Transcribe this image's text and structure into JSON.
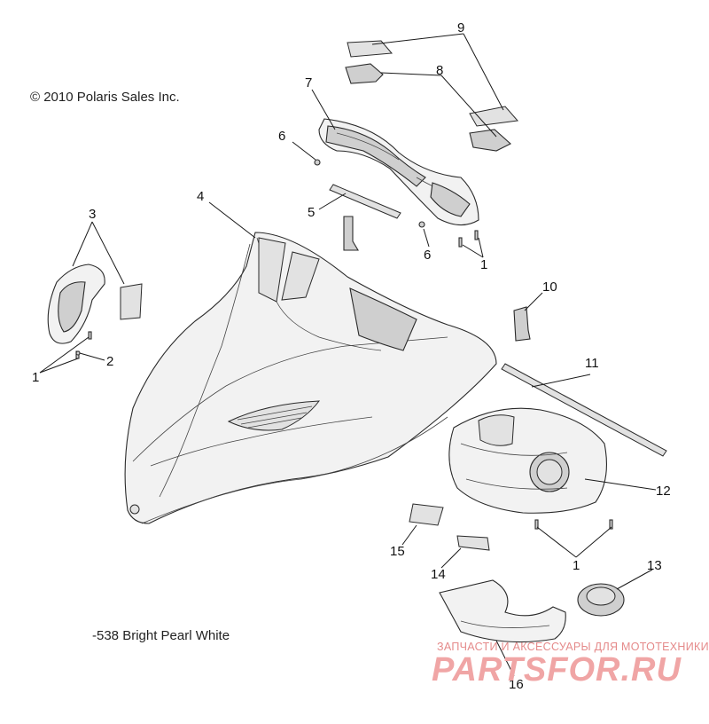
{
  "copyright": "© 2010 Polaris Sales Inc.",
  "color_note": "-538 Bright Pearl White",
  "watermark": {
    "tagline": "ЗАПЧАСТИ И АКСЕССУАРЫ ДЛЯ МОТОТЕХНИКИ",
    "brand": "PARTSFOR.RU"
  },
  "callouts": {
    "c1a": "1",
    "c1b": "1",
    "c1c": "1",
    "c2": "2",
    "c3": "3",
    "c4": "4",
    "c5": "5",
    "c6a": "6",
    "c6b": "6",
    "c7": "7",
    "c8": "8",
    "c9": "9",
    "c10": "10",
    "c11": "11",
    "c12": "12",
    "c13": "13",
    "c14": "14",
    "c15": "15",
    "c16": "16"
  }
}
